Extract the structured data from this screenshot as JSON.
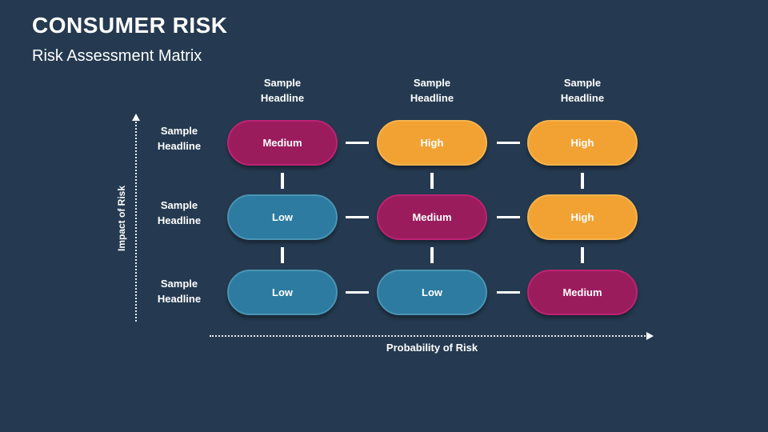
{
  "slide": {
    "title": "CONSUMER RISK",
    "subtitle": "Risk Assessment Matrix",
    "background_color": "#253A50",
    "text_color": "#FFFFFF"
  },
  "axes": {
    "y_axis_label": "Impact of Risk",
    "x_axis_label": "Probability of Risk"
  },
  "column_headers": [
    {
      "label": "Sample Headline"
    },
    {
      "label": "Sample Headline"
    },
    {
      "label": "Sample Headline"
    }
  ],
  "row_labels": [
    {
      "label": "Sample Headline"
    },
    {
      "label": "Sample Headline"
    },
    {
      "label": "Sample Headline"
    }
  ],
  "levels": {
    "low": {
      "fill": "#2D7BA0",
      "border": "#4A94B5"
    },
    "medium": {
      "fill": "#9B1C5D",
      "border": "#BE2374"
    },
    "high": {
      "fill": "#F2A233",
      "border": "#F6B44E"
    }
  },
  "cells": [
    {
      "row": 0,
      "col": 0,
      "label": "Medium",
      "level": "medium"
    },
    {
      "row": 0,
      "col": 1,
      "label": "High",
      "level": "high"
    },
    {
      "row": 0,
      "col": 2,
      "label": "High",
      "level": "high"
    },
    {
      "row": 1,
      "col": 0,
      "label": "Low",
      "level": "low"
    },
    {
      "row": 1,
      "col": 1,
      "label": "Medium",
      "level": "medium"
    },
    {
      "row": 1,
      "col": 2,
      "label": "High",
      "level": "high"
    },
    {
      "row": 2,
      "col": 0,
      "label": "Low",
      "level": "low"
    },
    {
      "row": 2,
      "col": 1,
      "label": "Low",
      "level": "low"
    },
    {
      "row": 2,
      "col": 2,
      "label": "Medium",
      "level": "medium"
    }
  ]
}
